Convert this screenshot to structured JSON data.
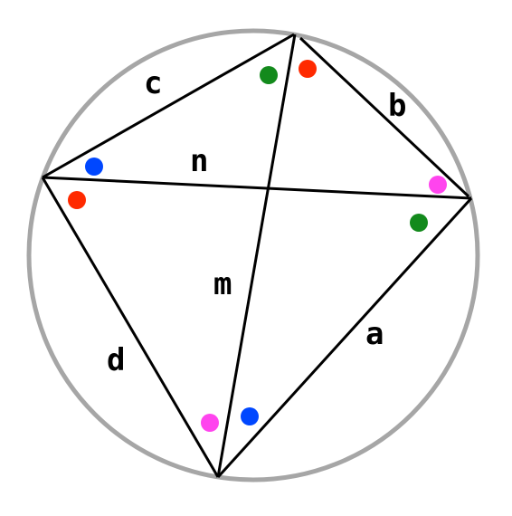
{
  "labels": {
    "a": "a",
    "b": "b",
    "c": "c",
    "d": "d",
    "m": "m",
    "n": "n"
  },
  "colors": {
    "circle": "#a6a6a6",
    "lines": "#000000",
    "red": "#ff2a00",
    "green": "#138a1c",
    "blue": "#0047ff",
    "magenta": "#ff44ee"
  }
}
